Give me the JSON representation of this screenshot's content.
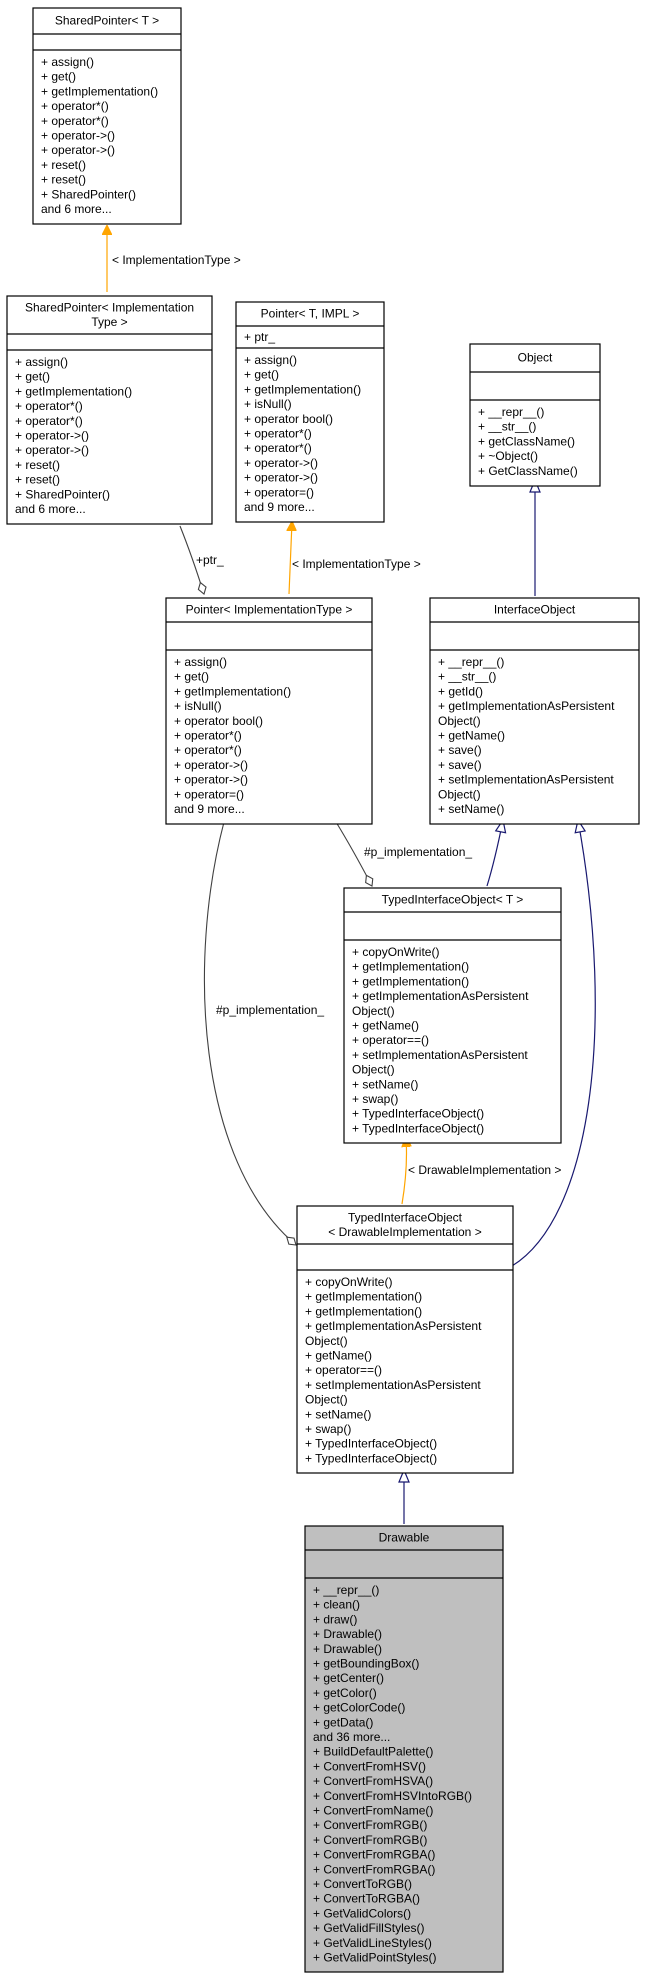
{
  "classes": {
    "shared_pointer_t": {
      "title": [
        "SharedPointer< T >"
      ],
      "attributes": [],
      "methods": [
        "+ assign()",
        "+ get()",
        "+ getImplementation()",
        "+ operator*()",
        "+ operator*()",
        "+ operator->()",
        "+ operator->()",
        "+ reset()",
        "+ reset()",
        "+ SharedPointer()",
        "and 6 more..."
      ]
    },
    "shared_pointer_impl": {
      "title": [
        "SharedPointer< Implementation",
        "Type >"
      ],
      "attributes": [],
      "methods": [
        "+ assign()",
        "+ get()",
        "+ getImplementation()",
        "+ operator*()",
        "+ operator*()",
        "+ operator->()",
        "+ operator->()",
        "+ reset()",
        "+ reset()",
        "+ SharedPointer()",
        "and 6 more..."
      ]
    },
    "pointer_t_impl": {
      "title": [
        "Pointer< T, IMPL >"
      ],
      "attributes": [
        "+ ptr_"
      ],
      "methods": [
        "+ assign()",
        "+ get()",
        "+ getImplementation()",
        "+ isNull()",
        "+ operator bool()",
        "+ operator*()",
        "+ operator*()",
        "+ operator->()",
        "+ operator->()",
        "+ operator=()",
        "and 9 more..."
      ]
    },
    "object": {
      "title": [
        "Object"
      ],
      "attributes": [],
      "methods": [
        "+ __repr__()",
        "+ __str__()",
        "+ getClassName()",
        "+ ~Object()",
        "+ GetClassName()"
      ]
    },
    "pointer_impl_type": {
      "title": [
        "Pointer< ImplementationType >"
      ],
      "attributes": [],
      "methods": [
        "+ assign()",
        "+ get()",
        "+ getImplementation()",
        "+ isNull()",
        "+ operator bool()",
        "+ operator*()",
        "+ operator*()",
        "+ operator->()",
        "+ operator->()",
        "+ operator=()",
        "and 9 more..."
      ]
    },
    "interface_object": {
      "title": [
        "InterfaceObject"
      ],
      "attributes": [],
      "methods": [
        "+ __repr__()",
        "+ __str__()",
        "+ getId()",
        "+ getImplementationAsPersistent",
        "Object()",
        "+ getName()",
        "+ save()",
        "+ save()",
        "+ setImplementationAsPersistent",
        "Object()",
        "+ setName()"
      ]
    },
    "typed_interface_object_t": {
      "title": [
        "TypedInterfaceObject< T >"
      ],
      "attributes": [],
      "methods": [
        "+ copyOnWrite()",
        "+ getImplementation()",
        "+ getImplementation()",
        "+ getImplementationAsPersistent",
        "Object()",
        "+ getName()",
        "+ operator==()",
        "+ setImplementationAsPersistent",
        "Object()",
        "+ setName()",
        "+ swap()",
        "+ TypedInterfaceObject()",
        "+ TypedInterfaceObject()"
      ]
    },
    "typed_interface_object_drawable": {
      "title": [
        "TypedInterfaceObject",
        "< DrawableImplementation >"
      ],
      "attributes": [],
      "methods": [
        "+ copyOnWrite()",
        "+ getImplementation()",
        "+ getImplementation()",
        "+ getImplementationAsPersistent",
        "Object()",
        "+ getName()",
        "+ operator==()",
        "+ setImplementationAsPersistent",
        "Object()",
        "+ setName()",
        "+ swap()",
        "+ TypedInterfaceObject()",
        "+ TypedInterfaceObject()"
      ]
    },
    "drawable": {
      "title": [
        "Drawable"
      ],
      "attributes": [],
      "methods": [
        "+ __repr__()",
        "+ clean()",
        "+ draw()",
        "+ Drawable()",
        "+ Drawable()",
        "+ getBoundingBox()",
        "+ getCenter()",
        "+ getColor()",
        "+ getColorCode()",
        "+ getData()",
        "and 36 more...",
        "+ BuildDefaultPalette()",
        "+ ConvertFromHSV()",
        "+ ConvertFromHSVA()",
        "+ ConvertFromHSVIntoRGB()",
        "+ ConvertFromName()",
        "+ ConvertFromRGB()",
        "+ ConvertFromRGB()",
        "+ ConvertFromRGBA()",
        "+ ConvertFromRGBA()",
        "+ ConvertToRGB()",
        "+ ConvertToRGBA()",
        "+ GetValidColors()",
        "+ GetValidFillStyles()",
        "+ GetValidLineStyles()",
        "+ GetValidPointStyles()"
      ]
    }
  },
  "edge_labels": {
    "impl_type_1": "< ImplementationType >",
    "ptr": "+ptr_",
    "impl_type_2": "< ImplementationType >",
    "p_impl_1": "#p_implementation_",
    "p_impl_2": "#p_implementation_",
    "drawable_impl": "< DrawableImplementation >"
  },
  "colors": {
    "inheritance": "#191970",
    "template": "#ffa500",
    "association": "#404040",
    "highlight_fill": "#bfbfbf"
  }
}
